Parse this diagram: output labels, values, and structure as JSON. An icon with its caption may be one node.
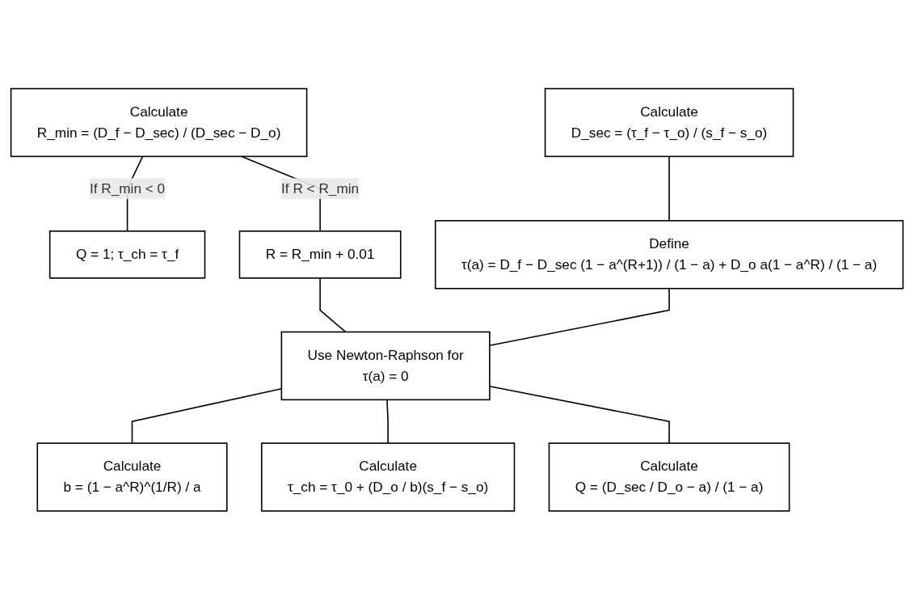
{
  "diagram": {
    "nodes": [
      {
        "text": [
          "Calculate",
          "R_min = (D_f − D_sec) / (D_sec − D_o)"
        ]
      },
      {
        "text": [
          "Calculate",
          "D_sec = (τ_f − τ_o) / (s_f − s_o)"
        ]
      },
      {
        "text": [
          "Q = 1; τ_ch = τ_f"
        ]
      },
      {
        "text": [
          "R = R_min + 0.01"
        ]
      },
      {
        "text": [
          "Define",
          "τ(a) = D_f − D_sec (1 − a^(R+1)) / (1 − a) + D_o a(1 − a^R) / (1 − a)"
        ]
      },
      {
        "text": [
          "Use Newton-Raphson for",
          "τ(a) = 0"
        ]
      },
      {
        "text": [
          "Calculate",
          "b = (1 − a^R)^(1/R) / a"
        ]
      },
      {
        "text": [
          "Calculate",
          "τ_ch = τ_0 + (D_o / b)(s_f − s_o)"
        ]
      },
      {
        "text": [
          "Calculate",
          "Q = (D_sec / D_o − a) / (1 − a)"
        ]
      }
    ],
    "edges": [
      {
        "from": 0,
        "to": 2,
        "arrow": "none",
        "label": "If R_min < 0"
      },
      {
        "from": 0,
        "to": 3,
        "arrow": "none",
        "label": "If R < R_min"
      },
      {
        "from": 1,
        "to": 4,
        "arrow": "none"
      },
      {
        "from": 3,
        "to": 5,
        "arrow": "none"
      },
      {
        "from": 4,
        "to": 5,
        "arrow": "none"
      },
      {
        "from": 5,
        "to": 6,
        "arrow": "none"
      },
      {
        "from": 5,
        "to": 7,
        "arrow": "none"
      },
      {
        "from": 5,
        "to": 8,
        "arrow": "none"
      }
    ]
  }
}
